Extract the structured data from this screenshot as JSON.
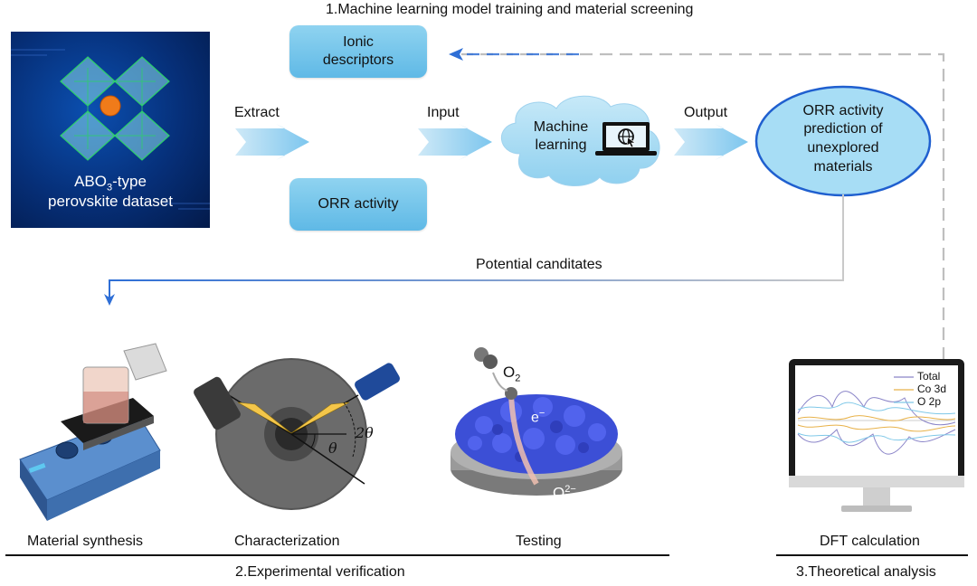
{
  "stage1": {
    "title": "1.Machine learning model training and material screening",
    "dataset": {
      "prefix": "ABO",
      "subscript": "3",
      "suffix": "-type",
      "line2": "perovskite dataset"
    },
    "extract_label": "Extract",
    "input_label": "Input",
    "output_label": "Output",
    "ionic_descriptors": {
      "line1": "Ionic",
      "line2": "descriptors"
    },
    "orr_activity": "ORR activity",
    "ml_cloud": {
      "line1": "Machine",
      "line2": "learning"
    },
    "prediction": {
      "line1": "ORR activity",
      "line2": "prediction of",
      "line3": "unexplored",
      "line4": "materials"
    },
    "candidates_label": "Potential canditates"
  },
  "stage2": {
    "title": "2.Experimental verification",
    "synthesis_label": "Material synthesis",
    "characterization_label": "Characterization",
    "testing_label": "Testing",
    "two_theta": "2θ",
    "theta": "θ",
    "o2": {
      "base": "O",
      "subscript": "2"
    },
    "electron": {
      "base": "e",
      "superscript": "−"
    },
    "oxide_ion": {
      "base": "O",
      "superscript": "2−"
    }
  },
  "stage3": {
    "title": "3.Theoretical analysis",
    "dft_label": "DFT calculation",
    "legend": [
      {
        "name": "Total",
        "color": "#8a84c8"
      },
      {
        "name": "Co 3d",
        "color": "#e8b24a"
      },
      {
        "name": "O 2p",
        "color": "#7fc8e8"
      }
    ]
  },
  "colors": {
    "box_blue": "#6ec3ea",
    "arrow_blue": "#2f6fd6",
    "ellipse_fill": "#a7ddf5",
    "ellipse_stroke": "#1f5fcf",
    "dashed_line": "#bfbfbf"
  },
  "icons": [
    "perovskite-structure-image",
    "globe-laptop-icon",
    "hotplate-stirrer-image",
    "xrd-diffractometer-image",
    "catalyst-electrode-image",
    "computer-monitor-image"
  ]
}
